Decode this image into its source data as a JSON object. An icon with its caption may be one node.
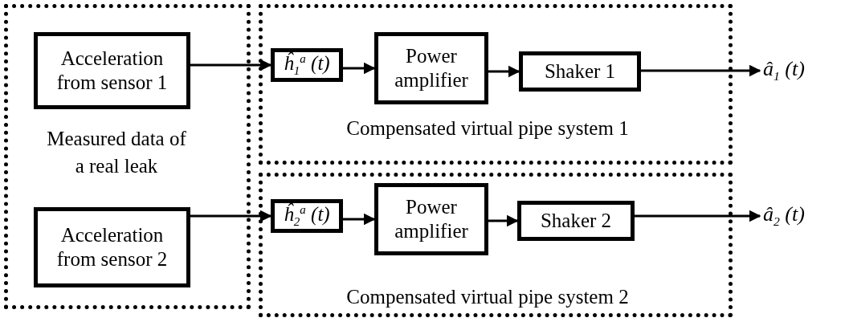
{
  "diagram": {
    "nodes": [
      {
        "text": [
          "Measured data of a real leak"
        ]
      },
      {
        "text": [
          "Acceleration from sensor 1"
        ],
        "in": 0
      },
      {
        "text": [
          "Acceleration from sensor 2"
        ],
        "in": 0
      },
      {
        "text": [
          "Compensated virtual pipe system 1"
        ]
      },
      {
        "text": [
          "ĥ$_{1}$$^{a}$ (t)"
        ],
        "in": 3
      },
      {
        "text": [
          "Power amplifier"
        ],
        "in": 3
      },
      {
        "text": [
          "Shaker 1"
        ],
        "in": 3
      },
      {
        "text": [
          "Compensated virtual pipe system 2"
        ]
      },
      {
        "text": [
          "ĥ$_{2}$$^{a}$ (t)"
        ],
        "in": 7
      },
      {
        "text": [
          "Power amplifier"
        ],
        "in": 7
      },
      {
        "text": [
          "Shaker 2"
        ],
        "in": 7
      },
      {
        "text": [
          "â$_{1}$ (t)"
        ]
      },
      {
        "text": [
          "â$_{2}$ (t)"
        ]
      }
    ],
    "edges": [
      {
        "from": 1,
        "to": 4,
        "arrow": "to"
      },
      {
        "from": 4,
        "to": 5,
        "arrow": "to"
      },
      {
        "from": 5,
        "to": 6,
        "arrow": "to"
      },
      {
        "from": 6,
        "to": 11,
        "arrow": "to"
      },
      {
        "from": 2,
        "to": 8,
        "arrow": "to"
      },
      {
        "from": 8,
        "to": 9,
        "arrow": "to"
      },
      {
        "from": 9,
        "to": 10,
        "arrow": "to"
      },
      {
        "from": 10,
        "to": 12,
        "arrow": "to"
      }
    ]
  }
}
